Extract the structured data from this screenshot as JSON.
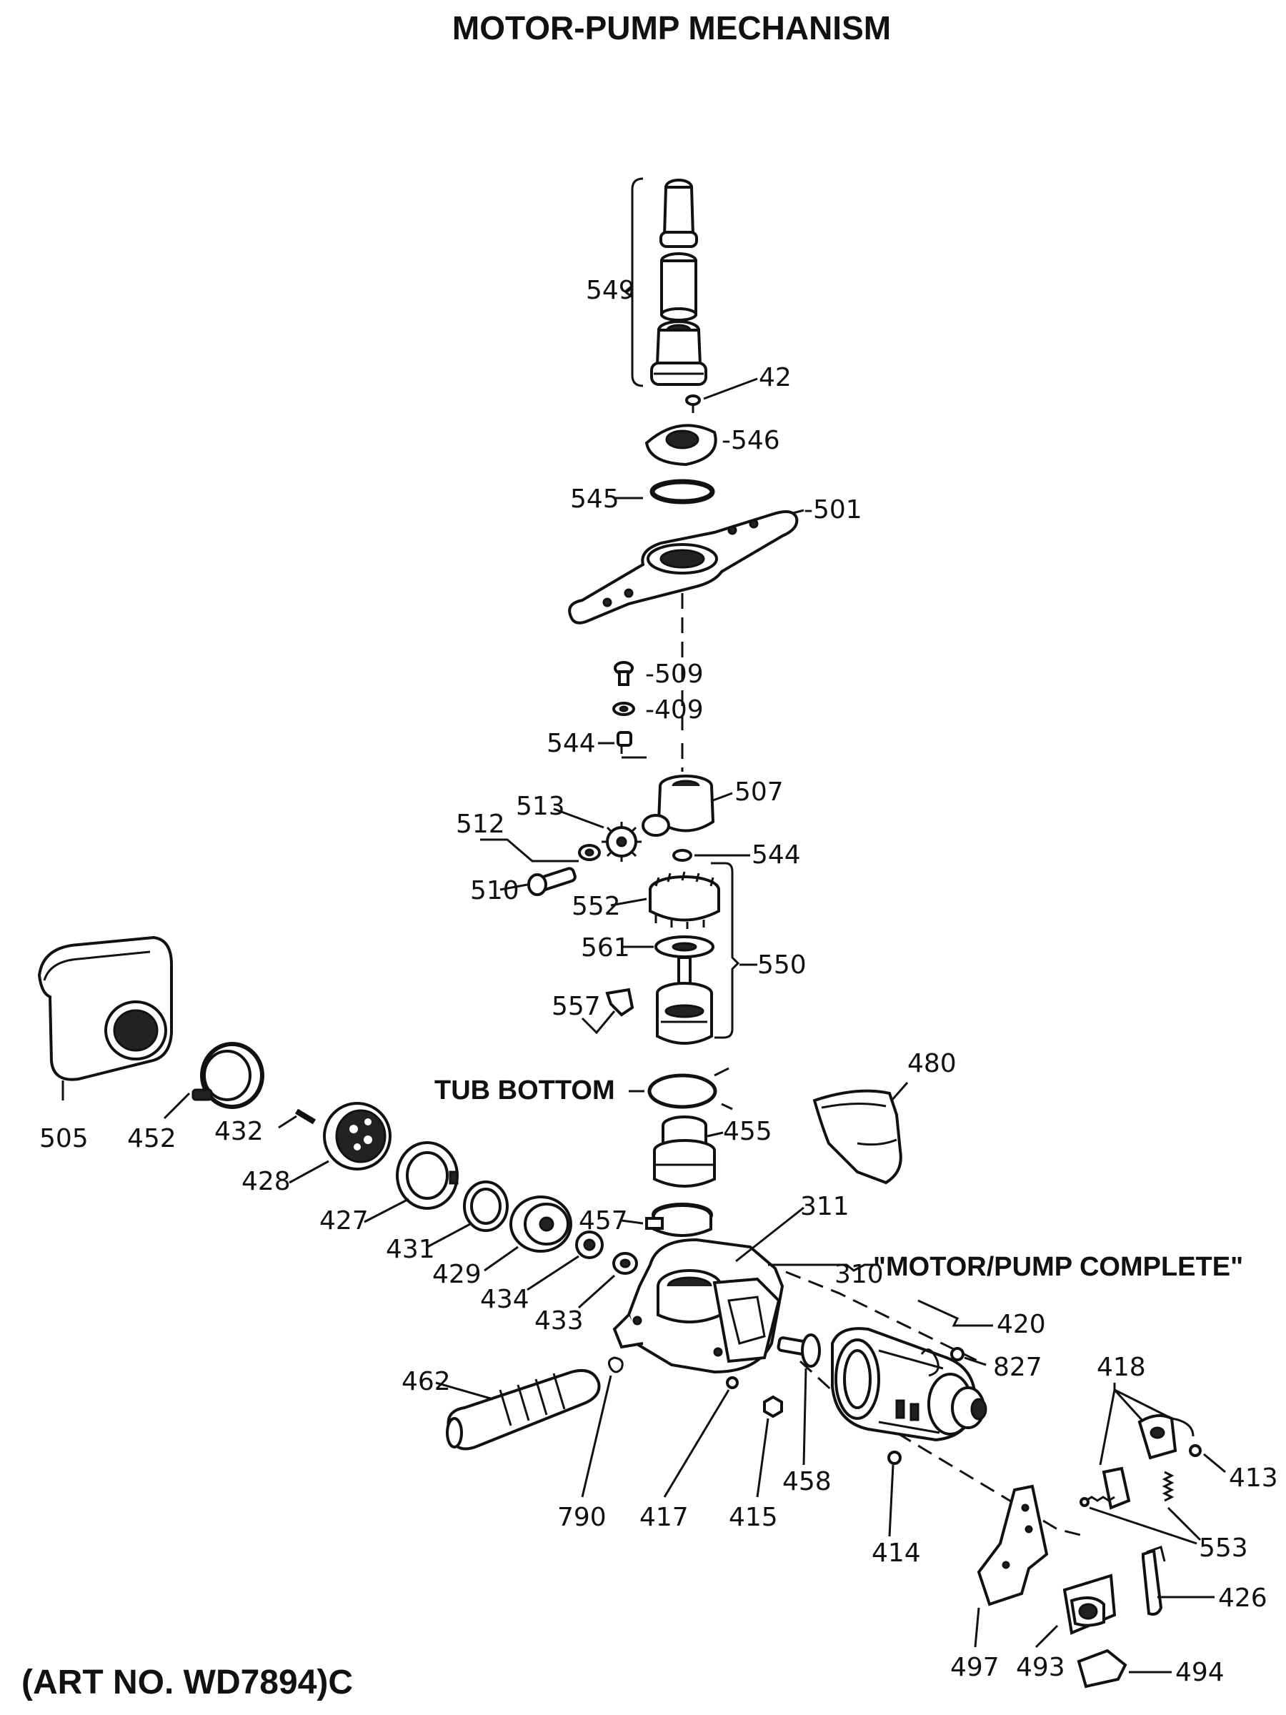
{
  "title": "MOTOR-PUMP MECHANISM",
  "art_number": "(ART NO. WD7894)C",
  "annotations": {
    "tub_bottom": "TUB BOTTOM",
    "motor_pump_complete": "\"MOTOR/PUMP COMPLETE\""
  },
  "labels": {
    "p549": "549",
    "p42": "42",
    "p546": "-546",
    "p545": "545",
    "p501": "-501",
    "p509": "-509",
    "p409": "-409",
    "p544a": "544",
    "p507": "507",
    "p513": "513",
    "p512": "512",
    "p544b": "544",
    "p510": "510",
    "p552": "552",
    "p561": "561",
    "p550": "550",
    "p557": "557",
    "p480": "480",
    "p455": "455",
    "p457": "457",
    "p311": "311",
    "p310": "310",
    "p505": "505",
    "p452": "452",
    "p432": "432",
    "p428": "428",
    "p427": "427",
    "p431": "431",
    "p429": "429",
    "p434": "434",
    "p433": "433",
    "p420": "420",
    "p827": "827",
    "p418": "418",
    "p413": "413",
    "p462": "462",
    "p790": "790",
    "p417": "417",
    "p415": "415",
    "p458": "458",
    "p414": "414",
    "p553": "553",
    "p426": "426",
    "p497": "497",
    "p493": "493",
    "p494": "494"
  }
}
